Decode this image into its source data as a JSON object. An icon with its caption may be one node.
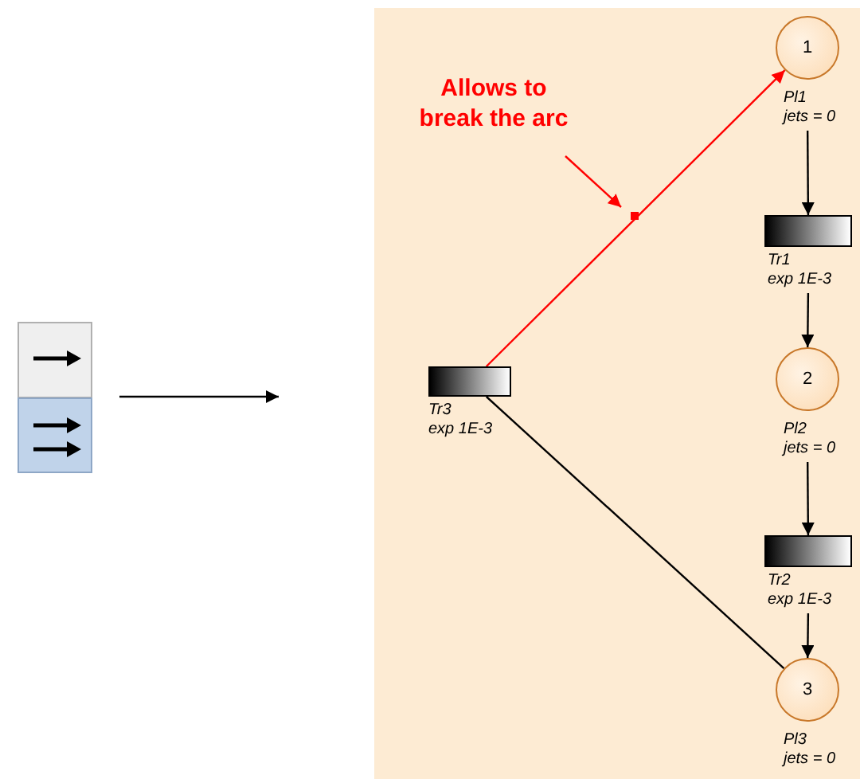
{
  "diagram": {
    "nodes": [
      {
        "text": [],
        "shape": "picture"
      },
      {
        "text": [],
        "shape": "box"
      },
      {
        "text": [
          "1"
        ],
        "in": 1,
        "beside": [
          "Pl1",
          "jets = 0"
        ]
      },
      {
        "text": [],
        "shape": "bar",
        "in": 1,
        "beside": [
          "Tr1",
          "exp 1E-3"
        ]
      },
      {
        "text": [
          "2"
        ],
        "in": 1,
        "beside": [
          "Pl2",
          "jets = 0"
        ]
      },
      {
        "text": [],
        "shape": "bar",
        "in": 1,
        "beside": [
          "Tr2",
          "exp 1E-3"
        ]
      },
      {
        "text": [
          "3"
        ],
        "in": 1,
        "beside": [
          "Pl3",
          "jets = 0"
        ]
      },
      {
        "text": [],
        "shape": "bar",
        "in": 1,
        "beside": [
          "Tr3",
          "exp 1E-3"
        ]
      },
      {
        "text": [
          "Allows to break the arc"
        ],
        "in": 1
      },
      {
        "text": [],
        "shape": "box",
        "in": 1
      }
    ],
    "edges": [
      {
        "from": 0,
        "to": 1,
        "arrow": "to"
      },
      {
        "from": 2,
        "to": 3,
        "arrow": "to"
      },
      {
        "from": 3,
        "to": 4,
        "arrow": "to"
      },
      {
        "from": 4,
        "to": 5,
        "arrow": "to"
      },
      {
        "from": 5,
        "to": 6,
        "arrow": "to"
      },
      {
        "from": 7,
        "to": 2,
        "arrow": "to",
        "color": "#ff0000"
      },
      {
        "from": 7,
        "to": 6,
        "arrow": "none"
      },
      {
        "from": 8,
        "to": 9,
        "arrow": "to",
        "color": "#ff0000"
      }
    ]
  }
}
